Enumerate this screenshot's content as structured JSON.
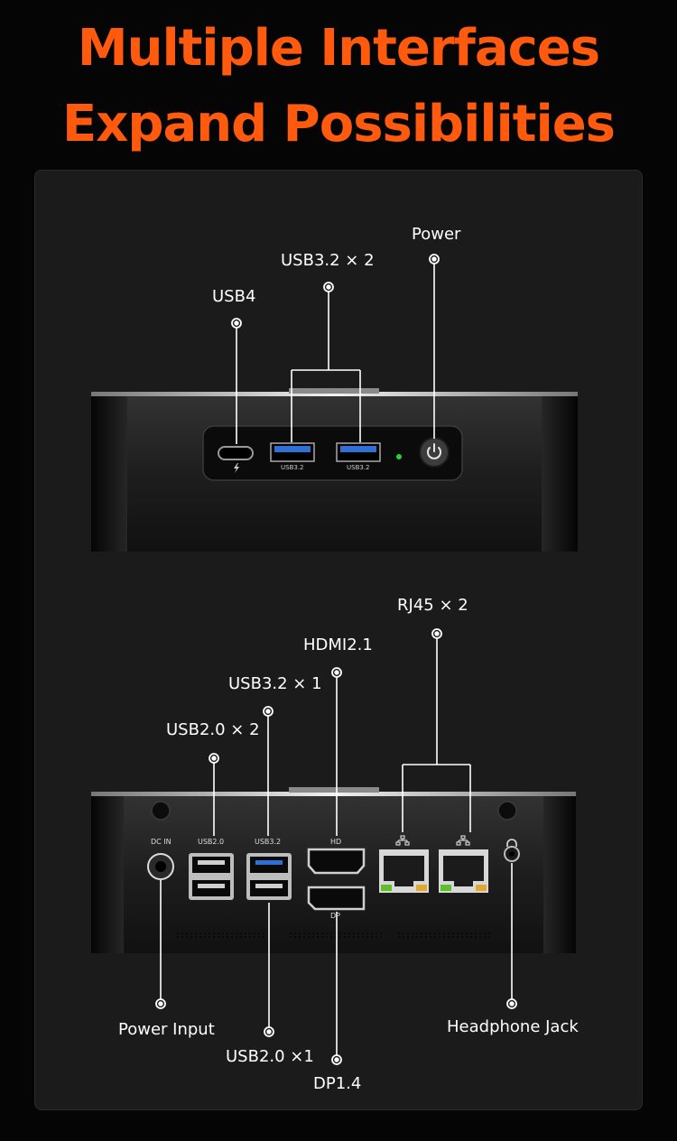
{
  "headline": {
    "line1": "Multiple Interfaces",
    "line2": "Expand Possibilities"
  },
  "front_panel": {
    "callouts": {
      "usb4": "USB4",
      "usb32_x2": "USB3.2 × 2",
      "power": "Power"
    },
    "port_text": {
      "usb32_a": "USB3.2",
      "usb32_b": "USB3.2"
    },
    "icons": [
      "thunderbolt-icon",
      "power-icon",
      "led-indicator"
    ],
    "colors": {
      "usb3_blue": "#2f6fd6",
      "led_green": "#27d23c"
    }
  },
  "rear_panel": {
    "callouts": {
      "rj45_x2": "RJ45 × 2",
      "hdmi": "HDMI2.1",
      "usb32_x1": "USB3.2 × 1",
      "usb20_x2": "USB2.0 × 2",
      "power_input": "Power Input",
      "headphone": "Headphone Jack",
      "usb20_x1": "USB2.0 ×1",
      "dp": "DP1.4"
    },
    "port_text": {
      "dc_in": "DC IN",
      "usb20": "USB2.0",
      "usb32": "USB3.2",
      "hd": "HD",
      "dp": "DP"
    },
    "icons": [
      "network-icon",
      "network-icon",
      "headphone-icon"
    ]
  },
  "accent_color": "#ff5a0d"
}
